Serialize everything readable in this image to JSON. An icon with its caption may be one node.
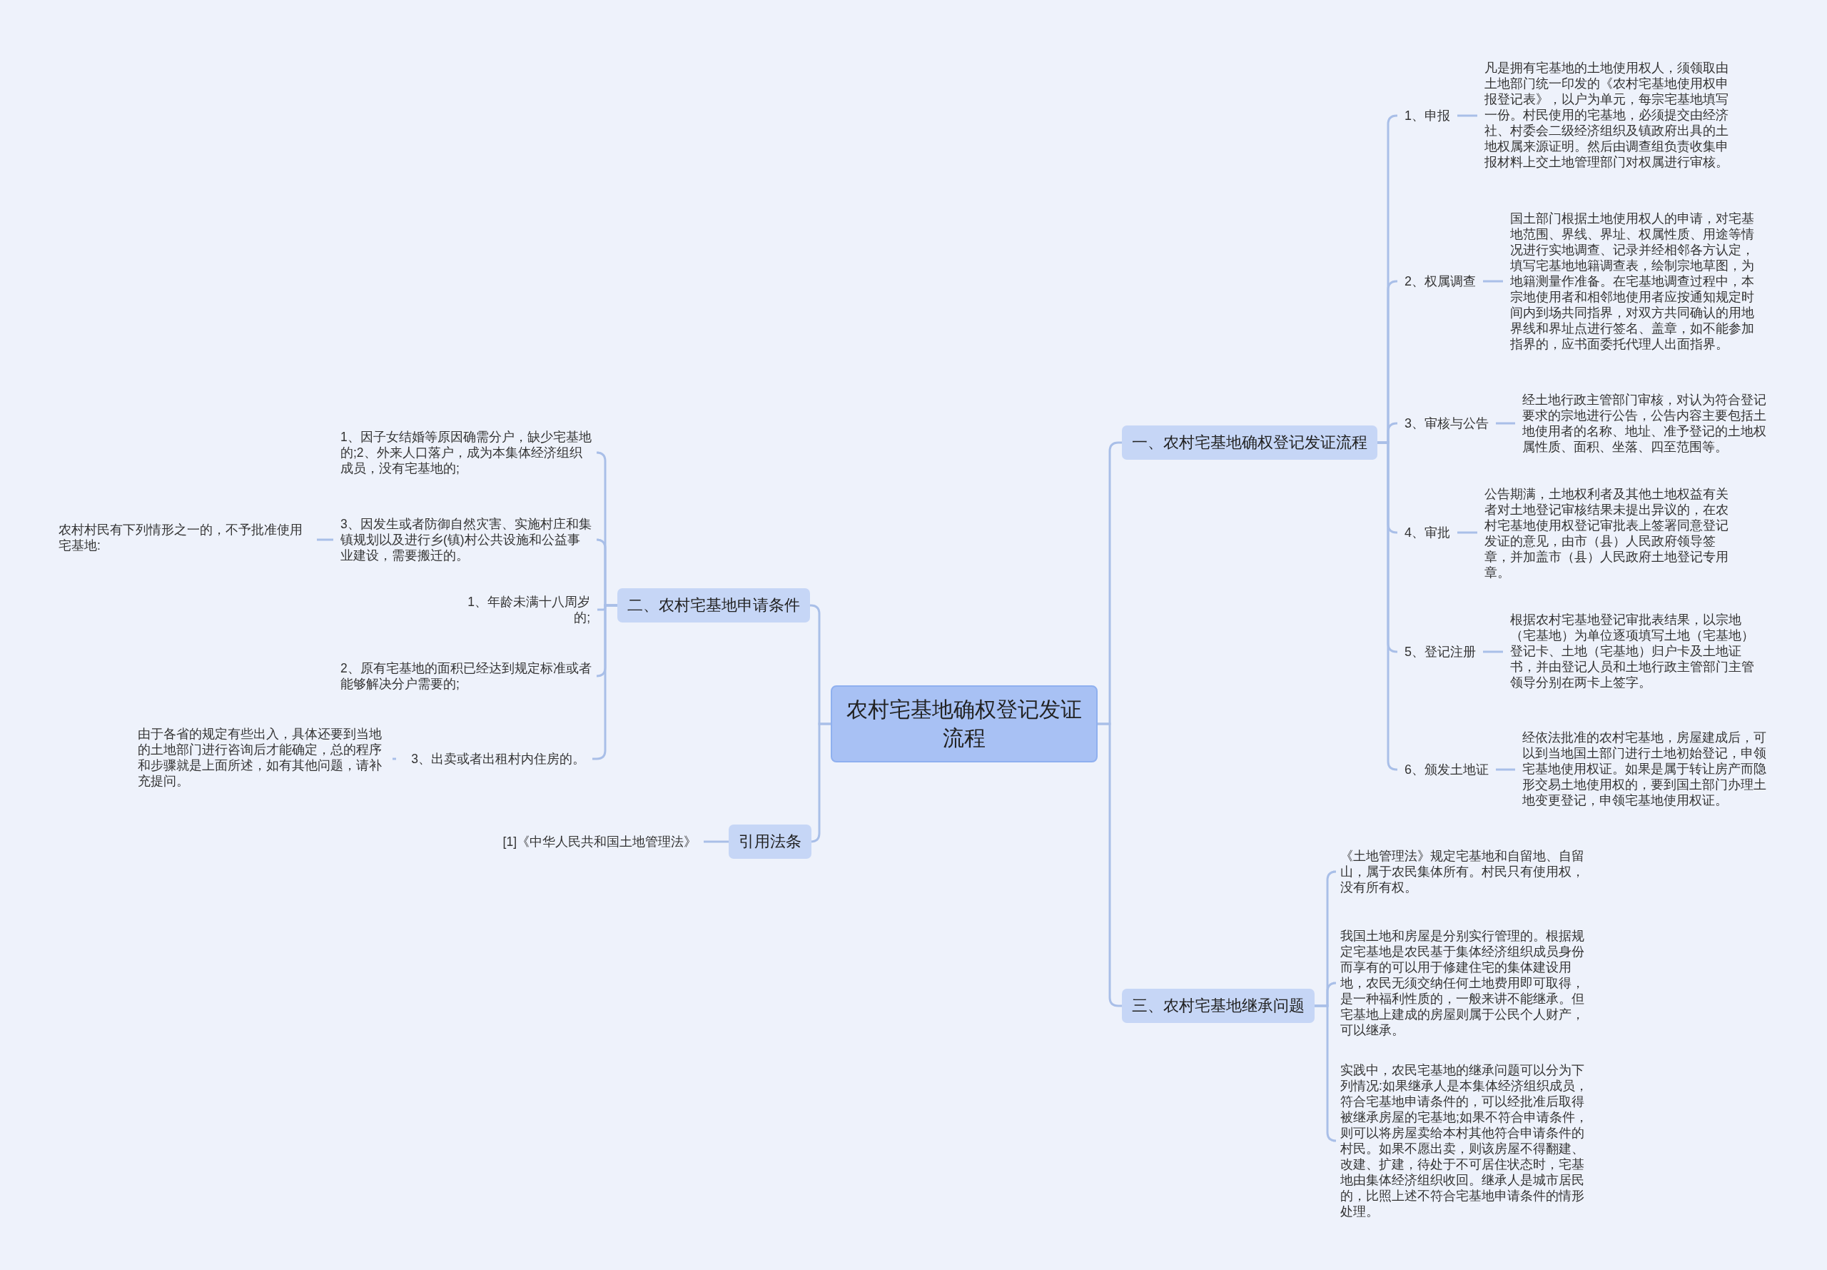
{
  "diagram": {
    "nodes": [
      {
        "text": [
          "农村宅基地确权登记发证流程"
        ]
      },
      {
        "text": [
          "一、农村宅基地确权登记发证流程"
        ]
      },
      {
        "text": [
          "1、申报"
        ]
      },
      {
        "text": [
          "凡是拥有宅基地的土地使用权人，须领取由土地部门统一印发的《农村宅基地使用权申报登记表》，以户为单元，每宗宅基地填写一份。村民使用的宅基地，必须提交由经济社、村委会二级经济组织及镇政府出具的土地权属来源证明。然后由调查组负责收集申报材料上交土地管理部门对权属进行审核。"
        ]
      },
      {
        "text": [
          "2、权属调查"
        ]
      },
      {
        "text": [
          "国土部门根据土地使用权人的申请，对宅基地范围、界线、界址、权属性质、用途等情况进行实地调查、记录并经相邻各方认定，填写宅基地地籍调查表，绘制宗地草图，为地籍测量作准备。在宅基地调查过程中，本宗地使用者和相邻地使用者应按通知规定时间内到场共同指界，对双方共同确认的用地界线和界址点进行签名、盖章，如不能参加指界的，应书面委托代理人出面指界。"
        ]
      },
      {
        "text": [
          "3、审核与公告"
        ]
      },
      {
        "text": [
          "经土地行政主管部门审核，对认为符合登记要求的宗地进行公告，公告内容主要包括土地使用者的名称、地址、准予登记的土地权属性质、面积、坐落、四至范围等。"
        ]
      },
      {
        "text": [
          "4、审批"
        ]
      },
      {
        "text": [
          "公告期满，土地权利者及其他土地权益有关者对土地登记审核结果未提出异议的，在农村宅基地使用权登记审批表上签署同意登记发证的意见，由市（县）人民政府领导签章，并加盖市（县）人民政府土地登记专用章。"
        ]
      },
      {
        "text": [
          "5、登记注册"
        ]
      },
      {
        "text": [
          "根据农村宅基地登记审批表结果，以宗地（宅基地）为单位逐项填写土地（宅基地）登记卡、土地（宅基地）归户卡及土地证书，并由登记人员和土地行政主管部门主管领导分别在两卡上签字。"
        ]
      },
      {
        "text": [
          "6、颁发土地证"
        ]
      },
      {
        "text": [
          "经依法批准的农村宅基地，房屋建成后，可以到当地国土部门进行土地初始登记，申领宅基地使用权证。如果是属于转让房产而隐形交易土地使用权的，要到国土部门办理土地变更登记，申领宅基地使用权证。"
        ]
      },
      {
        "text": [
          "三、农村宅基地继承问题"
        ]
      },
      {
        "text": [
          "《土地管理法》规定宅基地和自留地、自留山，属于农民集体所有。村民只有使用权，没有所有权。"
        ]
      },
      {
        "text": [
          "我国土地和房屋是分别实行管理的。根据规定宅基地是农民基于集体经济组织成员身份而享有的可以用于修建住宅的集体建设用地，农民无须交纳任何土地费用即可取得，是一种福利性质的，一般来讲不能继承。但宅基地上建成的房屋则属于公民个人财产，可以继承。"
        ]
      },
      {
        "text": [
          "实践中，农民宅基地的继承问题可以分为下列情况:如果继承人是本集体经济组织成员，符合宅基地申请条件的，可以经批准后取得被继承房屋的宅基地;如果不符合申请条件，则可以将房屋卖给本村其他符合申请条件的村民。如果不愿出卖，则该房屋不得翻建、改建、扩建，待处于不可居住状态时，宅基地由集体经济组织收回。继承人是城市居民的，比照上述不符合宅基地申请条件的情形处理。"
        ]
      },
      {
        "text": [
          "二、农村宅基地申请条件"
        ]
      },
      {
        "text": [
          "1、因子女结婚等原因确需分户，缺少宅基地的;2、外来人口落户，成为本集体经济组织成员，没有宅基地的;"
        ]
      },
      {
        "text": [
          "3、因发生或者防御自然灾害、实施村庄和集镇规划以及进行乡(镇)村公共设施和公益事业建设，需要搬迁的。"
        ]
      },
      {
        "text": [
          "农村村民有下列情形之一的，不予批准使用宅基地:"
        ]
      },
      {
        "text": [
          "1、年龄未满十八周岁的;"
        ]
      },
      {
        "text": [
          "2、原有宅基地的面积已经达到规定标准或者能够解决分户需要的;"
        ]
      },
      {
        "text": [
          "3、出卖或者出租村内住房的。"
        ]
      },
      {
        "text": [
          "由于各省的规定有些出入，具体还要到当地的土地部门进行咨询后才能确定，总的程序和步骤就是上面所述，如有其他问题，请补充提问。"
        ]
      },
      {
        "text": [
          "引用法条"
        ]
      },
      {
        "text": [
          "[1]《中华人民共和国土地管理法》"
        ]
      }
    ],
    "edges": [
      {
        "from": 0,
        "to": 1,
        "arrow": "none"
      },
      {
        "from": 1,
        "to": 2,
        "arrow": "none"
      },
      {
        "from": 2,
        "to": 3,
        "arrow": "none"
      },
      {
        "from": 1,
        "to": 4,
        "arrow": "none"
      },
      {
        "from": 4,
        "to": 5,
        "arrow": "none"
      },
      {
        "from": 1,
        "to": 6,
        "arrow": "none"
      },
      {
        "from": 6,
        "to": 7,
        "arrow": "none"
      },
      {
        "from": 1,
        "to": 8,
        "arrow": "none"
      },
      {
        "from": 8,
        "to": 9,
        "arrow": "none"
      },
      {
        "from": 1,
        "to": 10,
        "arrow": "none"
      },
      {
        "from": 10,
        "to": 11,
        "arrow": "none"
      },
      {
        "from": 1,
        "to": 12,
        "arrow": "none"
      },
      {
        "from": 12,
        "to": 13,
        "arrow": "none"
      },
      {
        "from": 0,
        "to": 14,
        "arrow": "none"
      },
      {
        "from": 14,
        "to": 15,
        "arrow": "none"
      },
      {
        "from": 14,
        "to": 16,
        "arrow": "none"
      },
      {
        "from": 14,
        "to": 17,
        "arrow": "none"
      },
      {
        "from": 0,
        "to": 18,
        "arrow": "none"
      },
      {
        "from": 18,
        "to": 19,
        "arrow": "none"
      },
      {
        "from": 18,
        "to": 20,
        "arrow": "none"
      },
      {
        "from": 20,
        "to": 21,
        "arrow": "none"
      },
      {
        "from": 18,
        "to": 22,
        "arrow": "none"
      },
      {
        "from": 18,
        "to": 23,
        "arrow": "none"
      },
      {
        "from": 18,
        "to": 24,
        "arrow": "none"
      },
      {
        "from": 24,
        "to": 25,
        "arrow": "none"
      },
      {
        "from": 0,
        "to": 26,
        "arrow": "none"
      },
      {
        "from": 26,
        "to": 27,
        "arrow": "none"
      }
    ]
  }
}
